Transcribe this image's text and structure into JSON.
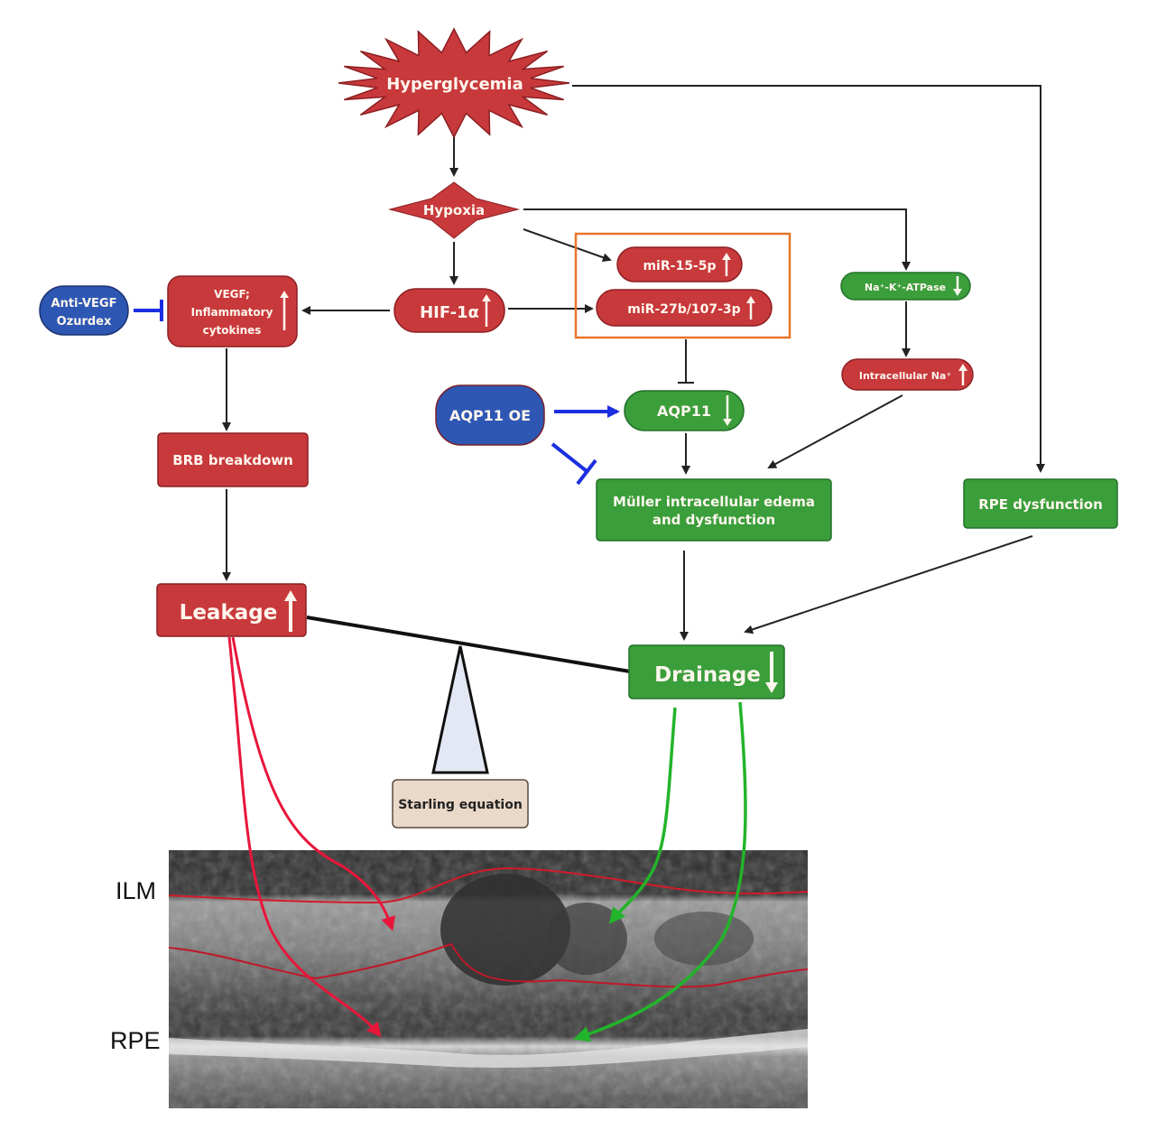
{
  "colors": {
    "red_fill": "#c8393b",
    "red_stroke": "#8c1f22",
    "green_fill": "#3a9e3a",
    "green_stroke": "#22702a",
    "blue_fill": "#2d57b3",
    "blue_stroke": "#1c3270",
    "inhibit_blue": "#1b2fe0",
    "orange_box": "#e7752a",
    "beige_fill": "#ead8c8",
    "fulcrum_fill": "#e3e8f4",
    "red_path": "#e8163a",
    "green_path": "#22b42a"
  },
  "nodes": {
    "hyperglycemia": "Hyperglycemia",
    "hypoxia": "Hypoxia",
    "hif1a": "HIF-1α",
    "mir15": "miR-15-5p",
    "mir27": "miR-27b/107-3p",
    "nak_atpase": "Na⁺-K⁺-ATPase",
    "intracellular_na": "Intracellular Na⁺",
    "vegf_line1": "VEGF;",
    "vegf_line2": "Inflammatory",
    "vegf_line3": "cytokines",
    "anti_vegf_line1": "Anti-VEGF",
    "anti_vegf_line2": "Ozurdex",
    "aqp11_oe": "AQP11 OE",
    "aqp11": "AQP11",
    "brb": "BRB breakdown",
    "muller_line1": "Müller intracellular edema",
    "muller_line2": "and dysfunction",
    "rpe_dysfunction": "RPE dysfunction",
    "leakage": "Leakage",
    "drainage": "Drainage",
    "starling": "Starling equation"
  },
  "regulation": {
    "hif1a": "up",
    "mir15": "up",
    "mir27": "up",
    "nak_atpase": "down",
    "intracellular_na": "up",
    "vegf": "up",
    "aqp11": "down",
    "leakage": "up",
    "drainage": "down"
  },
  "oct_image": {
    "label_top": "ILM",
    "label_bottom": "RPE"
  }
}
